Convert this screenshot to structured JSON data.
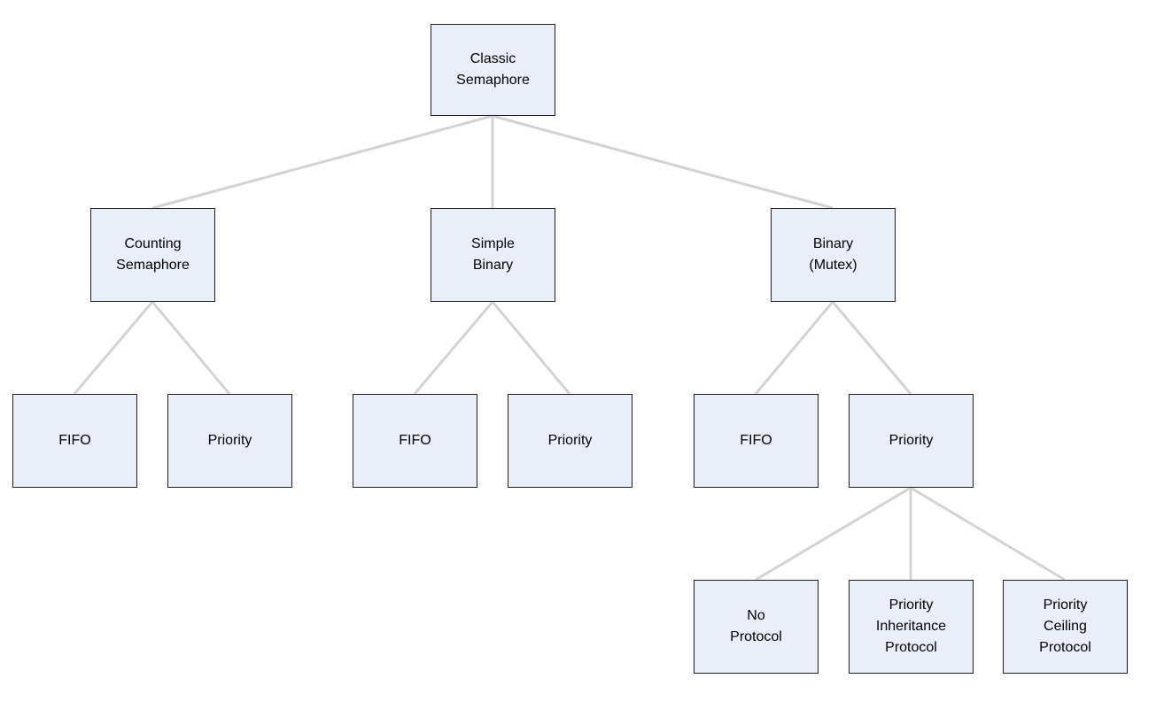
{
  "style": {
    "node_fill": "#e9eef9",
    "node_border": "#1f1f1f",
    "edge_color": "#d3d3d3",
    "text_color": "#000000"
  },
  "diagram": {
    "type": "tree",
    "nodes": {
      "classic_semaphore": {
        "label": "Classic\nSemaphore"
      },
      "counting_semaphore": {
        "label": "Counting\nSemaphore"
      },
      "simple_binary": {
        "label": "Simple\nBinary"
      },
      "binary_mutex": {
        "label": "Binary\n(Mutex)"
      },
      "counting_fifo": {
        "label": "FIFO"
      },
      "counting_priority": {
        "label": "Priority"
      },
      "simple_binary_fifo": {
        "label": "FIFO"
      },
      "simple_binary_priority": {
        "label": "Priority"
      },
      "binary_fifo": {
        "label": "FIFO"
      },
      "binary_priority": {
        "label": "Priority"
      },
      "no_protocol": {
        "label": "No\nProtocol"
      },
      "priority_inheritance_protocol": {
        "label": "Priority\nInheritance\nProtocol"
      },
      "priority_ceiling_protocol": {
        "label": "Priority\nCeiling\nProtocol"
      }
    },
    "edges": [
      {
        "from": "classic_semaphore",
        "to": "counting_semaphore"
      },
      {
        "from": "classic_semaphore",
        "to": "simple_binary"
      },
      {
        "from": "classic_semaphore",
        "to": "binary_mutex"
      },
      {
        "from": "counting_semaphore",
        "to": "counting_fifo"
      },
      {
        "from": "counting_semaphore",
        "to": "counting_priority"
      },
      {
        "from": "simple_binary",
        "to": "simple_binary_fifo"
      },
      {
        "from": "simple_binary",
        "to": "simple_binary_priority"
      },
      {
        "from": "binary_mutex",
        "to": "binary_fifo"
      },
      {
        "from": "binary_mutex",
        "to": "binary_priority"
      },
      {
        "from": "binary_priority",
        "to": "no_protocol"
      },
      {
        "from": "binary_priority",
        "to": "priority_inheritance_protocol"
      },
      {
        "from": "binary_priority",
        "to": "priority_ceiling_protocol"
      }
    ]
  }
}
